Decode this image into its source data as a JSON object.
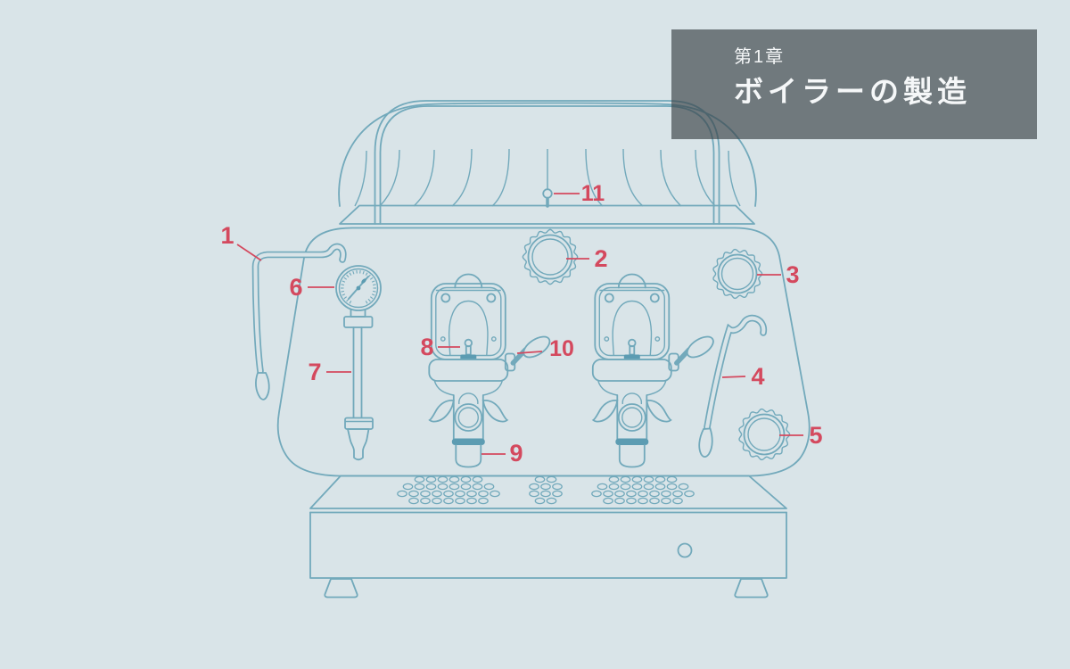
{
  "header": {
    "chapter": "第1章",
    "title": "ボイラーの製造"
  },
  "callouts": [
    "1",
    "2",
    "3",
    "4",
    "5",
    "6",
    "7",
    "8",
    "9",
    "10",
    "11"
  ],
  "colors": {
    "bg": "#d9e4e8",
    "line": "#72a9bb",
    "line-strong": "#5c9cb2",
    "red": "#d4495e",
    "panel": "rgba(58,66,70,0.66)",
    "panel-text": "#f5f7f8"
  }
}
